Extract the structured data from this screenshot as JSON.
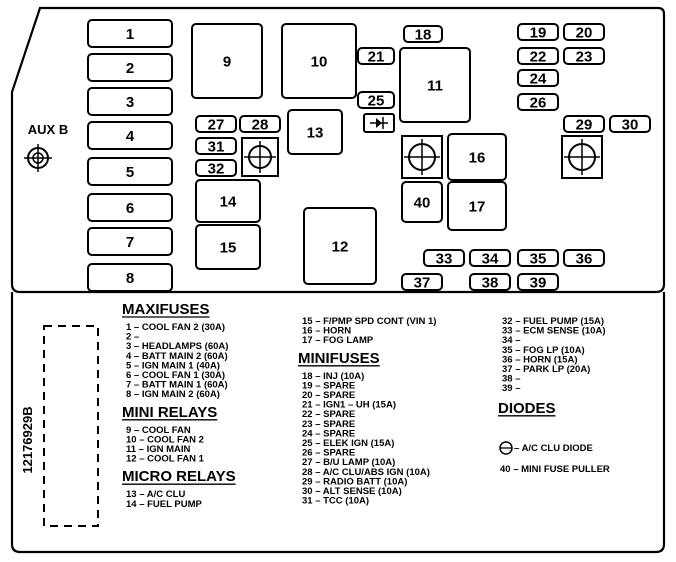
{
  "labels": {
    "aux": "AUX B",
    "part_number": "12176929B",
    "diode_symbol_text": "→|"
  },
  "fuse_left": [
    "1",
    "2",
    "3",
    "4",
    "5",
    "6",
    "7",
    "8"
  ],
  "fuses_small": [
    "18",
    "19",
    "20",
    "21",
    "22",
    "23",
    "24",
    "25",
    "26",
    "27",
    "28",
    "29",
    "30",
    "31",
    "32",
    "33",
    "34",
    "35",
    "36",
    "37",
    "38",
    "39"
  ],
  "relays": [
    "9",
    "10",
    "11",
    "12",
    "13",
    "14",
    "15",
    "16",
    "17",
    "40"
  ],
  "legend": {
    "col1": [
      {
        "type": "head",
        "text": "MAXIFUSES"
      },
      {
        "type": "line",
        "text": "1 – COOL FAN 2 (30A)"
      },
      {
        "type": "line",
        "text": "2 –"
      },
      {
        "type": "line",
        "text": "3 – HEADLAMPS (60A)"
      },
      {
        "type": "line",
        "text": "4 – BATT MAIN 2 (60A)"
      },
      {
        "type": "line",
        "text": "5 – IGN MAIN 1 (40A)"
      },
      {
        "type": "line",
        "text": "6 – COOL FAN 1 (30A)"
      },
      {
        "type": "line",
        "text": "7 – BATT MAIN 1 (60A)"
      },
      {
        "type": "line",
        "text": "8 – IGN MAIN 2 (60A)"
      },
      {
        "type": "head",
        "text": "MINI RELAYS"
      },
      {
        "type": "line",
        "text": "9 – COOL FAN"
      },
      {
        "type": "line",
        "text": "10 – COOL FAN 2"
      },
      {
        "type": "line",
        "text": "11 – IGN MAIN"
      },
      {
        "type": "line",
        "text": "12 – COOL FAN 1"
      },
      {
        "type": "head",
        "text": "MICRO RELAYS"
      },
      {
        "type": "line",
        "text": "13 – A/C CLU"
      },
      {
        "type": "line",
        "text": "14 – FUEL PUMP"
      }
    ],
    "col2": [
      {
        "type": "line",
        "text": "15 – F/PMP SPD CONT (VIN 1)"
      },
      {
        "type": "line",
        "text": "16 – HORN"
      },
      {
        "type": "line",
        "text": "17 – FOG LAMP"
      },
      {
        "type": "head",
        "text": "MINIFUSES"
      },
      {
        "type": "line",
        "text": "18 – INJ (10A)"
      },
      {
        "type": "line",
        "text": "19 – SPARE"
      },
      {
        "type": "line",
        "text": "20 – SPARE"
      },
      {
        "type": "line",
        "text": "21 – IGN1 – UH (15A)"
      },
      {
        "type": "line",
        "text": "22 – SPARE"
      },
      {
        "type": "line",
        "text": "23 – SPARE"
      },
      {
        "type": "line",
        "text": "24 – SPARE"
      },
      {
        "type": "line",
        "text": "25 – ELEK IGN (15A)"
      },
      {
        "type": "line",
        "text": "26 – SPARE"
      },
      {
        "type": "line",
        "text": "27 – B/U LAMP (10A)"
      },
      {
        "type": "line",
        "text": "28 – A/C CLU/ABS IGN (10A)"
      },
      {
        "type": "line",
        "text": "29 – RADIO BATT (10A)"
      },
      {
        "type": "line",
        "text": "30 – ALT SENSE (10A)"
      },
      {
        "type": "line",
        "text": "31 – TCC (10A)"
      }
    ],
    "col3": [
      {
        "type": "line",
        "text": "32 – FUEL PUMP (15A)"
      },
      {
        "type": "line",
        "text": "33 – ECM SENSE (10A)"
      },
      {
        "type": "line",
        "text": "34 –"
      },
      {
        "type": "line",
        "text": "35 – FOG LP (10A)"
      },
      {
        "type": "line",
        "text": "36 – HORN (15A)"
      },
      {
        "type": "line",
        "text": "37 – PARK LP (20A)"
      },
      {
        "type": "line",
        "text": "38 –"
      },
      {
        "type": "line",
        "text": "39 –"
      },
      {
        "type": "head",
        "text": "DIODES"
      },
      {
        "type": "line",
        "text": "– A/C CLU DIODE"
      },
      {
        "type": "line",
        "text": "40 – MINI FUSE PULLER"
      }
    ]
  }
}
